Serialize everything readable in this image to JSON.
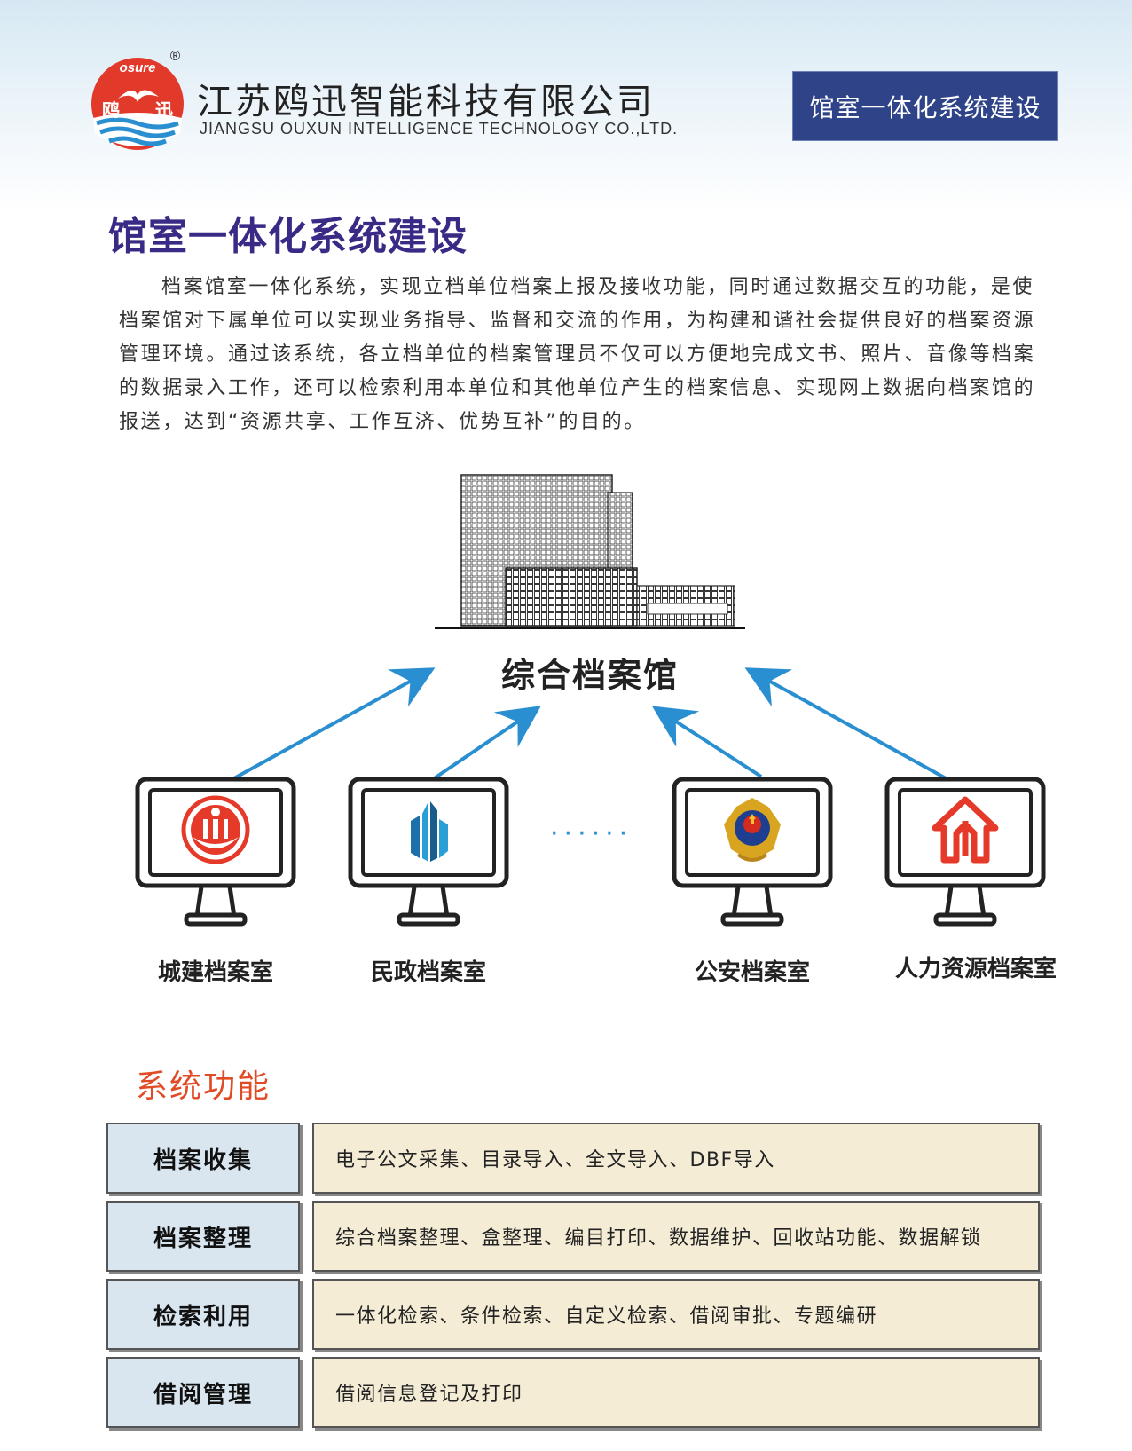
{
  "header": {
    "logo_text": "osure",
    "logo_char_left": "鸥",
    "logo_char_right": "迅",
    "registered_mark": "®",
    "company_cn": "江苏鸥迅智能科技有限公司",
    "company_en": "JIANGSU  OUXUN  INTELLIGENCE TECHNOLOGY CO.,LTD.",
    "badge": "馆室一体化系统建设"
  },
  "main": {
    "title": "馆室一体化系统建设",
    "intro": "档案馆室一体化系统，实现立档单位档案上报及接收功能，同时通过数据交互的功能，是使档案馆对下属单位可以实现业务指导、监督和交流的作用，为构建和谐社会提供良好的档案资源管理环境。通过该系统，各立档单位的档案管理员不仅可以方便地完成文书、照片、音像等档案的数据录入工作，还可以检索利用本单位和其他单位产生的档案信息、实现网上数据向档案馆的报送，达到“资源共享、工作互济、优势互补”的目的。"
  },
  "diagram": {
    "hub_label": "综合档案馆",
    "dots": "······",
    "departments": [
      {
        "label": "城建档案室",
        "icon": "urban-construction-icon"
      },
      {
        "label": "民政档案室",
        "icon": "civil-affairs-icon"
      },
      {
        "label": "公安档案室",
        "icon": "police-emblem-icon"
      },
      {
        "label": "人力资源档案室",
        "icon": "human-resources-icon"
      }
    ]
  },
  "functions": {
    "title": "系统功能",
    "rows": [
      {
        "key": "档案收集",
        "value": "电子公文采集、目录导入、全文导入、DBF导入"
      },
      {
        "key": "档案整理",
        "value": "综合档案整理、盒整理、编目打印、数据维护、回收站功能、数据解锁"
      },
      {
        "key": "检索利用",
        "value": "一体化检索、条件检索、自定义检索、借阅审批、专题编研"
      },
      {
        "key": "借阅管理",
        "value": "借阅信息登记及打印"
      }
    ]
  },
  "colors": {
    "badge_bg": "#2f4488",
    "title": "#3a2a86",
    "section_title": "#e04a24",
    "arrow": "#2a8fd0",
    "key_bg": "#d9e6f0",
    "value_bg": "#f4ecd5"
  }
}
